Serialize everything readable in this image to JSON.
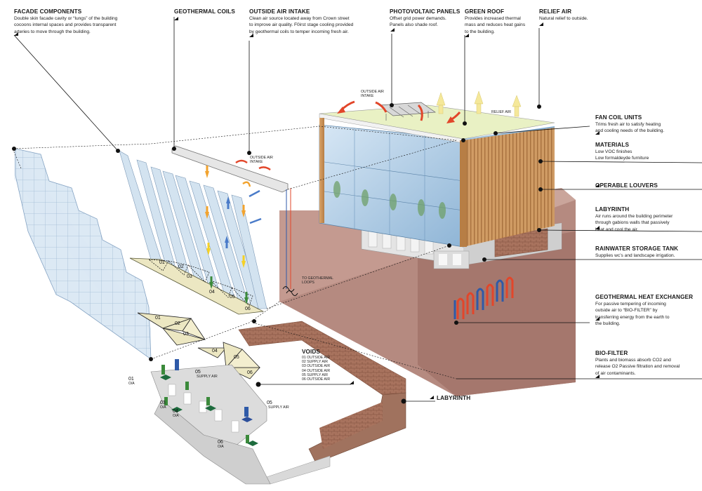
{
  "labels_top": [
    {
      "key": "facade",
      "title": "FACADE COMPONENTS",
      "desc": [
        "Double skin facade cavity or “lungs” of the building",
        "cocoons internal spaces and provides transparent",
        "arteries to move through the building."
      ]
    },
    {
      "key": "geocoils",
      "title": "GEOTHERMAL COILS",
      "desc": []
    },
    {
      "key": "intake",
      "title": "OUTSIDE AIR INTAKE",
      "desc": [
        "Clean air source located away from Crown street",
        "to improve air quality. F0irst stage cooling provided",
        "by geothermal coils to temper incoming fresh air."
      ]
    },
    {
      "key": "pv",
      "title": "PHOTOVOLTAIC PANELS",
      "desc": [
        "Offset grid power demands.",
        "Panels also shade roof."
      ]
    },
    {
      "key": "green",
      "title": "GREEN ROOF",
      "desc": [
        "Provides increased thermal",
        "mass and reduces heat gains",
        "to the building."
      ]
    },
    {
      "key": "relief",
      "title": "RELIEF AIR",
      "desc": [
        "Natural relief to outside."
      ]
    }
  ],
  "labels_right": [
    {
      "key": "fcu",
      "title": "FAN COIL UNITS",
      "desc": [
        "Trims fresh air to satisfy heating",
        "and cooling needs of the building."
      ]
    },
    {
      "key": "materials",
      "title": "MATERIALS",
      "desc": [
        "Low VOC finishes",
        "Low formaldeyde furniture"
      ]
    },
    {
      "key": "louvers",
      "title": "OPERABLE LOUVERS",
      "desc": []
    },
    {
      "key": "labyrinth",
      "title": "LABYRINTH",
      "desc": [
        "Air runs around the building perimeter",
        "through gabions walls that passively",
        "heat and cool the air."
      ]
    },
    {
      "key": "rain",
      "title": "RAINWATER STORAGE TANK",
      "desc": [
        "Supplies wc’s and landscape irrigation."
      ]
    },
    {
      "key": "ghx",
      "title": "GEOTHERMAL HEAT EXCHANGER",
      "desc": [
        "For passive tempering of incoming",
        "outside air to “BIO-FILTER” by",
        "transferring energy from the earth to",
        "the building."
      ]
    },
    {
      "key": "bio",
      "title": "BIO-FILTER",
      "desc": [
        "Plants and biomass absorb CO2 and",
        "release O2 Passive filtration and removal",
        "of air contaminants."
      ]
    }
  ],
  "labyrinth_callout": "LABYRINTH",
  "voids": {
    "title": "VOIDS",
    "items": [
      "01 OUTSIDE AIR",
      "02 SUPPLY AIR",
      "03 OUTSIDE AIR",
      "04 OUTSIDE AIR",
      "05 SUPPLY AIR",
      "06 OUTSIDE AIR"
    ]
  },
  "small_labels": {
    "outside_air_intake": [
      "OUTSIDE AIR",
      "INTAKE"
    ],
    "roof_intake": [
      "OUTSIDE AIR",
      "INTAKE"
    ],
    "relief_air": [
      "RELIEF AIR"
    ],
    "to_geo": [
      "TO GEOTHERMAL",
      "LOOPS"
    ],
    "supply_a": [
      "SUPPLY AIR"
    ],
    "supply_b": [
      "SUPPLY AIR"
    ]
  },
  "tags": {
    "t01": [
      "01",
      "O/A"
    ],
    "t03": [
      "03",
      "O/A"
    ],
    "t04": [
      "04",
      "O/A"
    ],
    "t06": [
      "06",
      "O/A"
    ],
    "t05": "05"
  },
  "facade_numbers": [
    "01",
    "02",
    "03",
    "04",
    "05",
    "06"
  ],
  "void_numbers": [
    "01",
    "02",
    "03",
    "04",
    "05",
    "06"
  ],
  "colors": {
    "glass": "#bcd3e8",
    "glass_dark": "#7fa9cc",
    "earth": "#b98e83",
    "earth_dark": "#9c6f66",
    "wood": "#c8925a",
    "concrete": "#d7d7d7",
    "brick": "#9c6b57",
    "warm_arrow": "#e2462a",
    "cool_arrow": "#2f5aa8",
    "relief_arrow": "#f5e89a",
    "green_arrow": "#5ab55a",
    "pipe_red": "#e2462a",
    "pipe_blue": "#2f5aa8"
  }
}
